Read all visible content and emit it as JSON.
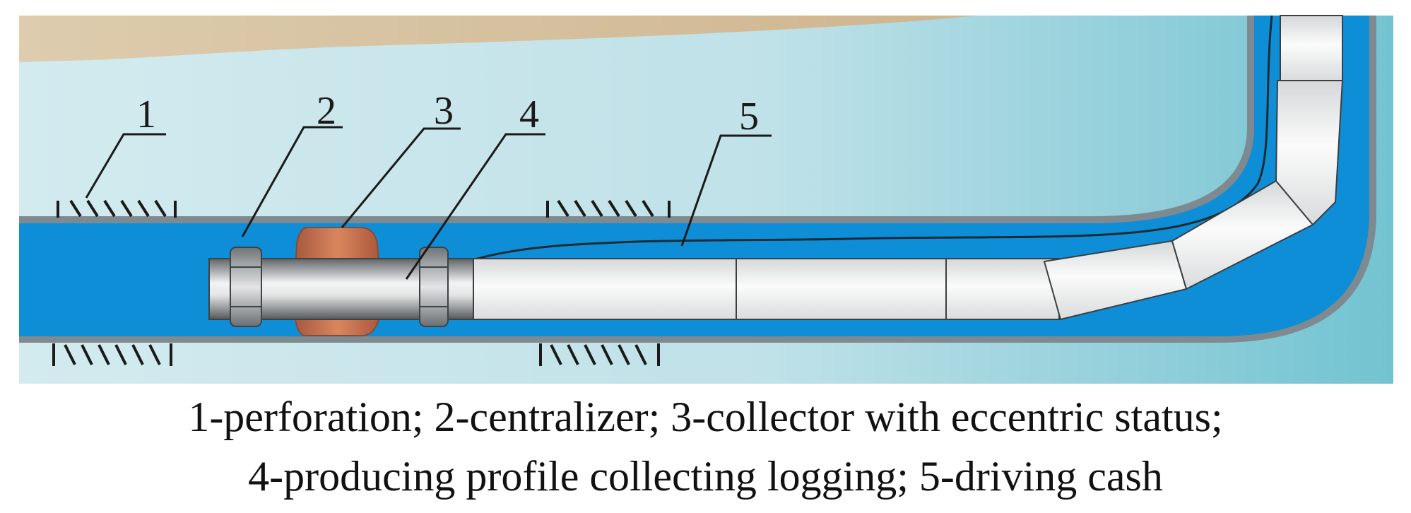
{
  "callouts": [
    {
      "number": "1"
    },
    {
      "number": "2"
    },
    {
      "number": "3"
    },
    {
      "number": "4"
    },
    {
      "number": "5"
    }
  ],
  "caption": {
    "line1": "1-perforation; 2-centralizer; 3-collector with eccentric status;",
    "line2": "4-producing profile collecting logging; 5-driving cash"
  },
  "colors": {
    "formation_light": "#d3ebef",
    "formation_dark": "#72c3d1",
    "surface": "#d7c3a5",
    "casing_wall": "#7e8a8f",
    "well_fluid": "#0e8ed6",
    "centralizer": "#b6b9bb",
    "collector": "#c86b4a",
    "tool_body": "#9a9ea1",
    "pipe_segment": "#f1f2f2",
    "outline": "#1c2b33"
  }
}
